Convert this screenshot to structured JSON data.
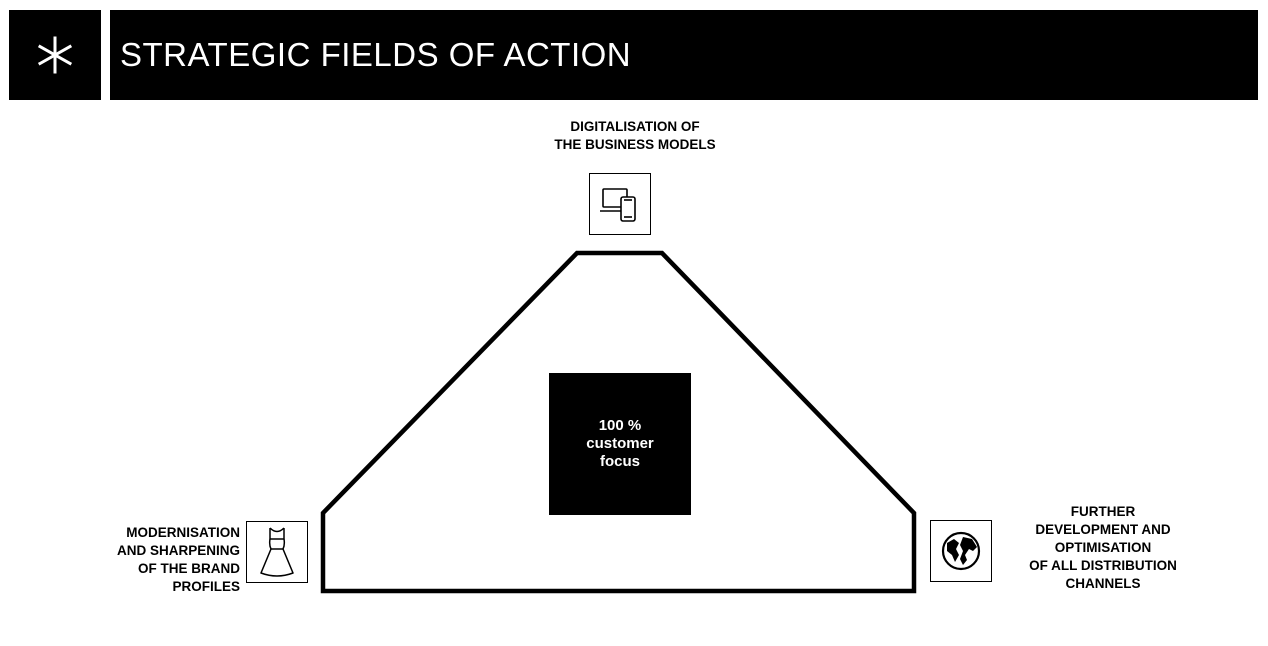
{
  "header": {
    "title": "STRATEGIC FIELDS OF ACTION",
    "logo_icon": "asterisk-icon"
  },
  "diagram": {
    "center": {
      "line1": "100 %",
      "line2": "customer",
      "line3": "focus"
    },
    "top": {
      "text": "DIGITALISATION OF\nTHE BUSINESS MODELS",
      "icon": "devices-icon"
    },
    "left": {
      "text": "MODERNISATION\nAND SHARPENING\nOF THE BRAND\nPROFILES",
      "icon": "dress-icon"
    },
    "right": {
      "text": "FURTHER\nDEVELOPMENT AND\nOPTIMISATION\nOF ALL DISTRIBUTION\nCHANNELS",
      "icon": "globe-icon"
    }
  },
  "colors": {
    "primary": "#000000",
    "background": "#ffffff"
  }
}
